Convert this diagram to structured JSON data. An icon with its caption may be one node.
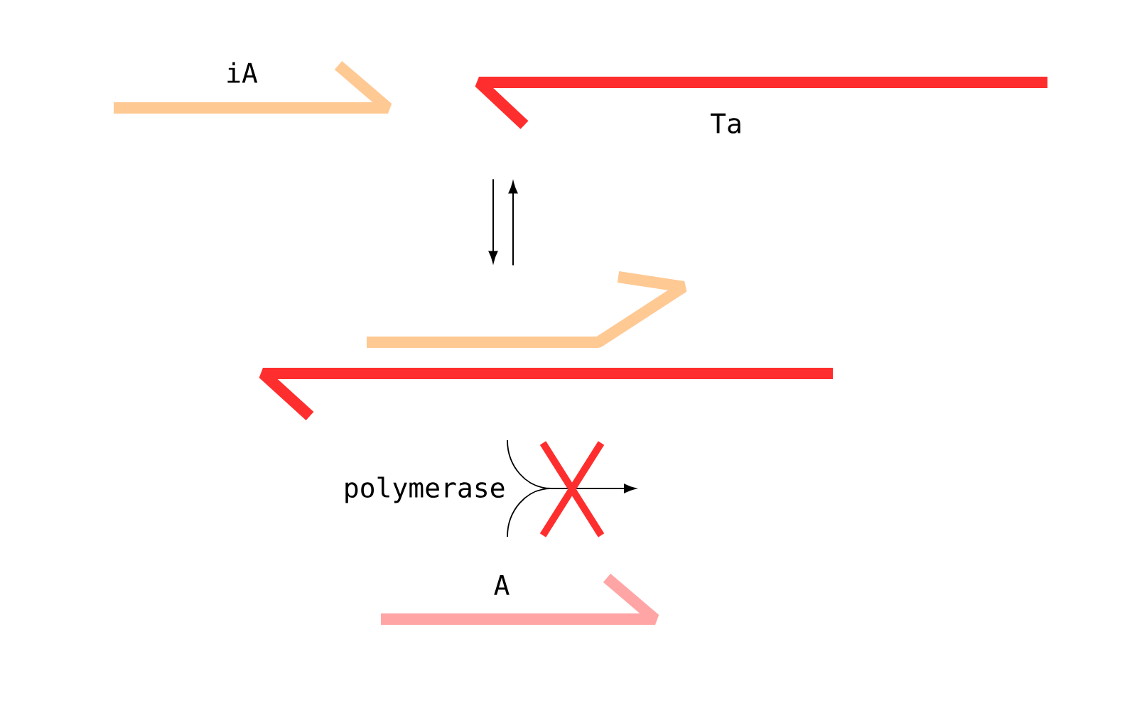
{
  "diagram": {
    "nodes": [
      {
        "text": [
          "iA"
        ]
      },
      {
        "text": [
          "Ta"
        ]
      },
      {
        "text": [],
        "shape": "line"
      },
      {
        "text": [],
        "shape": "line"
      },
      {
        "text": [
          "polymerase"
        ]
      },
      {
        "text": [
          "A"
        ]
      }
    ],
    "edges": [
      {
        "from": 1,
        "to": 2,
        "arrow": "to"
      },
      {
        "from": 2,
        "to": 1,
        "arrow": "to"
      },
      {
        "from": 4,
        "to": null,
        "arrow": "to"
      }
    ]
  }
}
